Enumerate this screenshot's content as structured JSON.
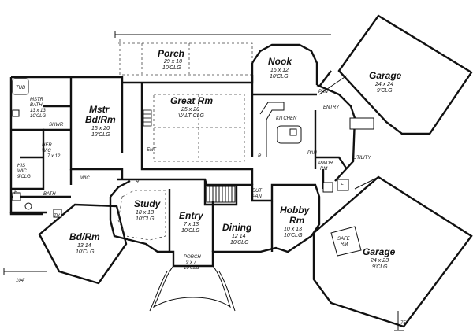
{
  "rooms": {
    "porch": {
      "name": "Porch",
      "dims": "29 x 10",
      "clg": "10'CLG"
    },
    "nook": {
      "name": "Nook",
      "dims": "16 x 12",
      "clg": "10'CLG"
    },
    "garage_top": {
      "name": "Garage",
      "dims": "24 x 24",
      "clg": "9'CLG"
    },
    "great_rm": {
      "name": "Great Rm",
      "dims": "25 x 20",
      "clg": "VALT CLG"
    },
    "mstr_bdrm": {
      "name": "Mstr",
      "name2": "Bd/Rm",
      "dims": "15 x 20",
      "clg": "12'CLG"
    },
    "mstr_bath": {
      "name": "MSTR",
      "name2": "BATH",
      "dims": "13 x 13",
      "clg": "10'CLG"
    },
    "her_wic": {
      "name": "HER",
      "name2": "WIC",
      "dims": "7 x 12"
    },
    "his_wic": {
      "name": "HIS",
      "name2": "WIC",
      "clg": "9'CLG"
    },
    "study": {
      "name": "Study",
      "dims": "18 x 13",
      "clg": "10'CLG"
    },
    "entry": {
      "name": "Entry",
      "dims": "7 x 13",
      "clg": "10'CLG"
    },
    "dining": {
      "name": "Dining",
      "dims": "12 14",
      "clg": "10'CLG"
    },
    "hobby_rm": {
      "name": "Hobby",
      "name2": "Rm",
      "dims": "10 x 13",
      "clg": "10'CLG"
    },
    "bdrm": {
      "name": "Bd/Rm",
      "dims": "13 14",
      "clg": "10'CLG"
    },
    "porch_front": {
      "name": "PORCH",
      "dims": "9 x 7",
      "clg": "10'CLG"
    },
    "garage_bottom": {
      "name": "Garage",
      "dims": "24 x 23",
      "clg": "9'CLG"
    }
  },
  "labels": {
    "tub": "TUB",
    "shwr": "SHWR",
    "wic": "WIC",
    "bath": "BATH",
    "f1": "F",
    "f2": "F",
    "tv": "TV",
    "ent": "ENT",
    "kitchen": "KITCHEN",
    "pan1": "PAN",
    "pan2": "PAN",
    "entry_small": "ENTRY",
    "pwdr": "PWDR",
    "rm": "RM",
    "utility": "UTILITY",
    "but": "BUT",
    "pan3": "PAN",
    "safe": "SAFE",
    "safe_rm": "RM",
    "r": "R",
    "r2": "R",
    "dim_left": "104'",
    "dim_right": "75'"
  }
}
